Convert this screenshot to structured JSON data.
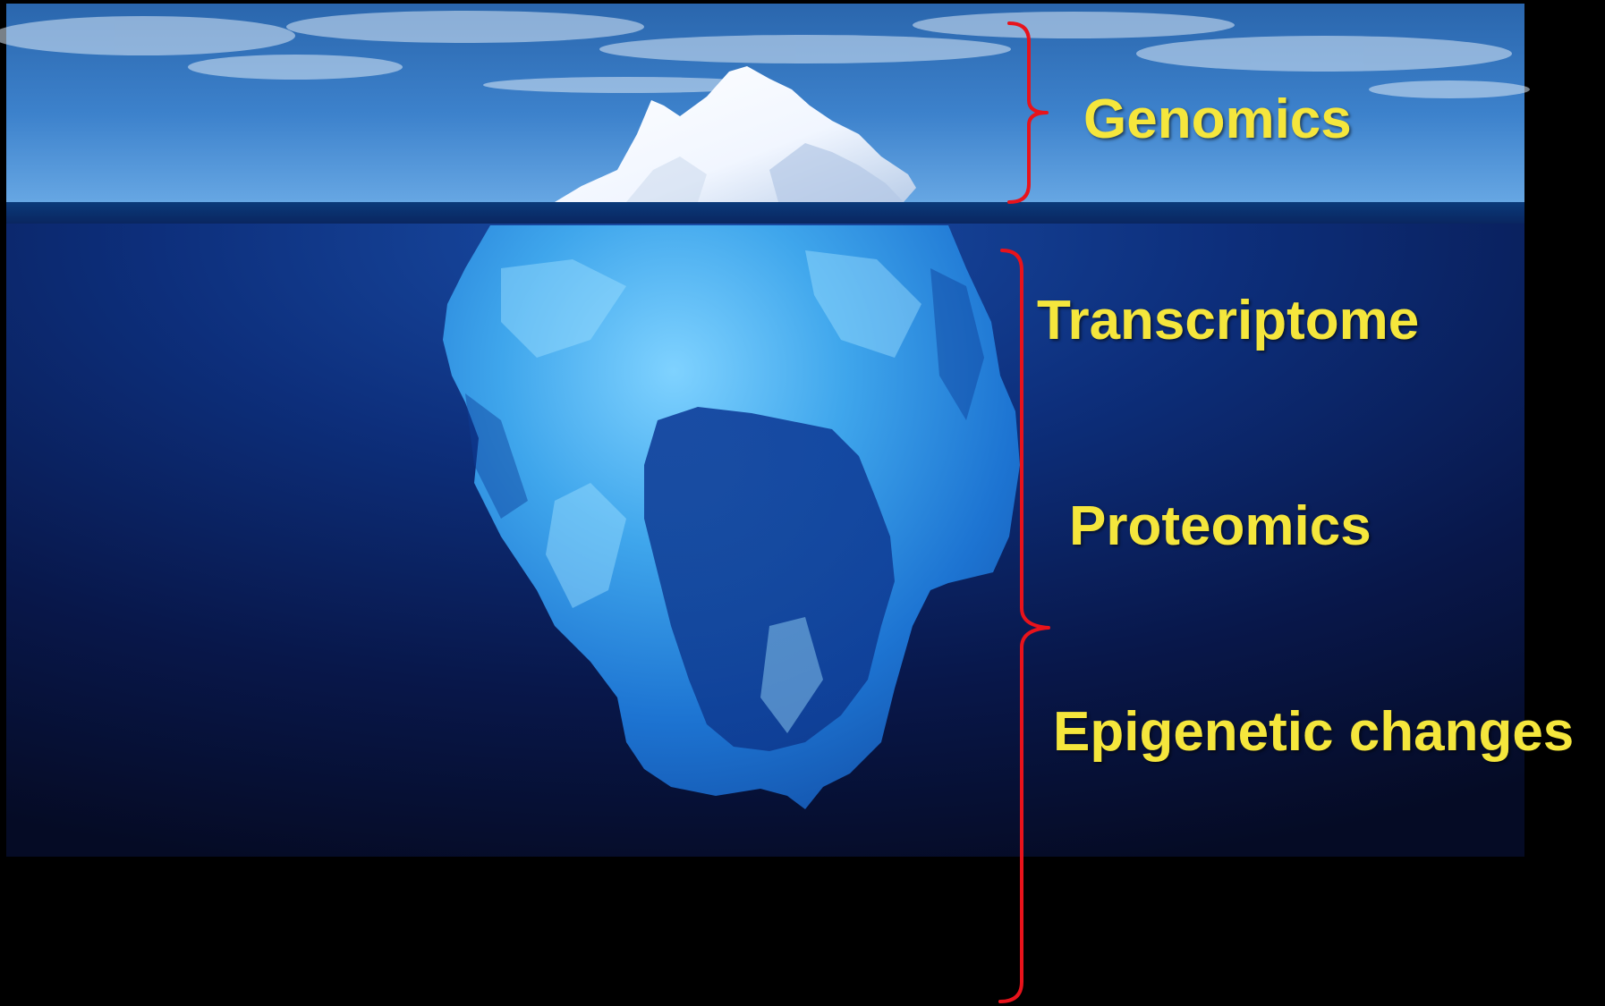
{
  "labels": {
    "genomics": "Genomics",
    "transcriptome": "Transcriptome",
    "proteomics": "Proteomics",
    "epigenetic": "Epigenetic changes"
  },
  "colors": {
    "label_text": "#f5e63c",
    "bracket": "#e8131b",
    "sky_top": "#1c5fa8",
    "sky_bottom": "#5a9ad8",
    "deep_water": "#061030",
    "ice_above": "#ffffff",
    "ice_below": "#3aa0e8",
    "background": "#000000"
  },
  "icons": {
    "scene": "iceberg-image",
    "brackets": "curly-bracket"
  }
}
